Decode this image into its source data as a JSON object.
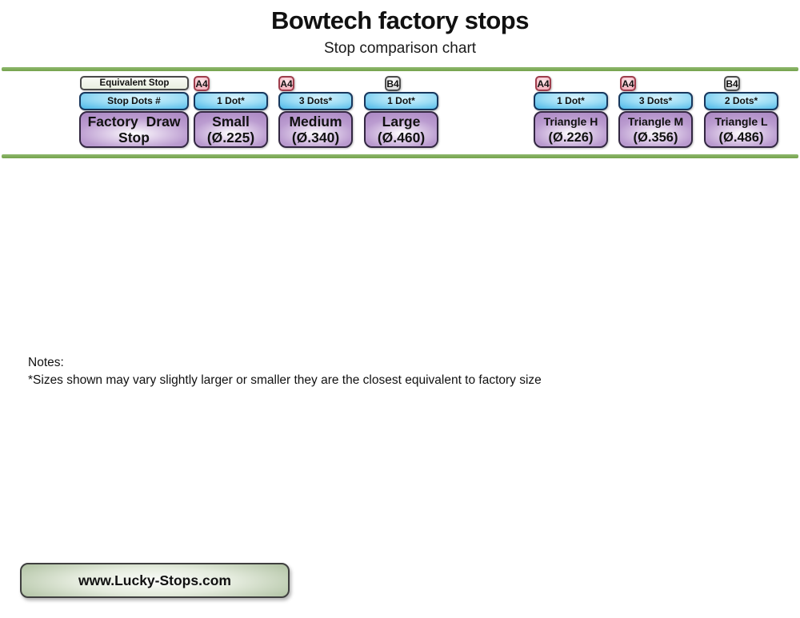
{
  "header": {
    "title": "Bowtech factory stops",
    "subtitle": "Stop comparison chart"
  },
  "legend": {
    "equivalent_stop": "Equivalent Stop",
    "stop_dots": "Stop Dots #",
    "factory_line1": "Factory Draw",
    "factory_line2": "Stop"
  },
  "columns": [
    {
      "badge": "A4",
      "dots": "1 Dot*",
      "name": "Small",
      "size": "(Ø.225)"
    },
    {
      "badge": "A4",
      "dots": "3 Dots*",
      "name": "Medium",
      "size": "(Ø.340)"
    },
    {
      "badge": "B4",
      "dots": "1 Dot*",
      "name": "Large",
      "size": "(Ø.460)"
    },
    {
      "badge": "A4",
      "dots": "1 Dot*",
      "name": "Triangle H",
      "size": "(Ø.226)"
    },
    {
      "badge": "A4",
      "dots": "3 Dots*",
      "name": "Triangle M",
      "size": "(Ø.356)"
    },
    {
      "badge": "B4",
      "dots": "2 Dots*",
      "name": "Triangle L",
      "size": "(Ø.486)"
    }
  ],
  "notes": {
    "heading": "Notes:",
    "body": "*Sizes shown may vary slightly larger or smaller they are the closest equivalent to factory size"
  },
  "footer": {
    "website": "www.Lucky-Stops.com"
  },
  "colors": {
    "divider_green": "#7CA957",
    "blue_box": "#2AA3DC",
    "purple_box": "#AA87C2",
    "badge_pink": "#F6BCC6",
    "badge_gray": "#E2E2E2",
    "equivalent_box": "#EDF2E6",
    "button_green": "#789468"
  }
}
